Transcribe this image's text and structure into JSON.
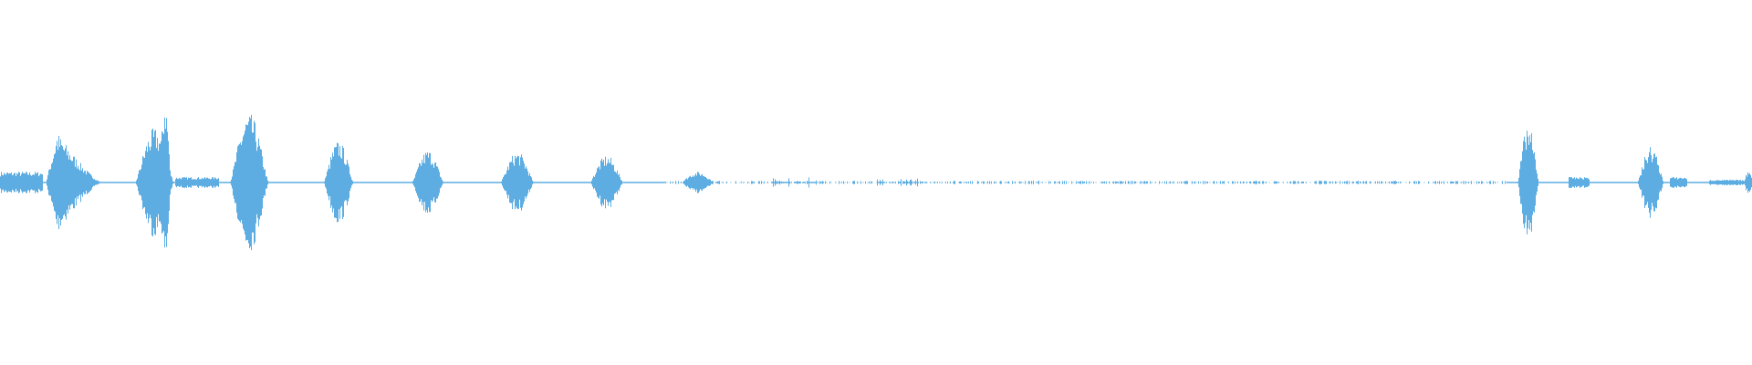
{
  "waveform": {
    "color": "#5dade2",
    "background": "#ffffff",
    "baseline_amplitude": 0.02,
    "segments": [
      {
        "center": 0.012,
        "width": 0.024,
        "amplitude": 0.06,
        "shape": "flat"
      },
      {
        "center": 0.042,
        "width": 0.032,
        "amplitude": 0.28,
        "shape": "decay"
      },
      {
        "center": 0.088,
        "width": 0.022,
        "amplitude": 0.3,
        "shape": "burst"
      },
      {
        "center": 0.094,
        "width": 0.006,
        "amplitude": 0.5,
        "shape": "spike"
      },
      {
        "center": 0.112,
        "width": 0.025,
        "amplitude": 0.03,
        "shape": "flat"
      },
      {
        "center": 0.142,
        "width": 0.022,
        "amplitude": 0.38,
        "shape": "burst"
      },
      {
        "center": 0.193,
        "width": 0.017,
        "amplitude": 0.23,
        "shape": "burst"
      },
      {
        "center": 0.244,
        "width": 0.018,
        "amplitude": 0.18,
        "shape": "burst"
      },
      {
        "center": 0.295,
        "width": 0.019,
        "amplitude": 0.17,
        "shape": "burst"
      },
      {
        "center": 0.346,
        "width": 0.019,
        "amplitude": 0.15,
        "shape": "burst"
      },
      {
        "center": 0.398,
        "width": 0.019,
        "amplitude": 0.06,
        "shape": "burst"
      },
      {
        "center": 0.455,
        "width": 0.03,
        "amplitude": 0.03,
        "shape": "noise"
      },
      {
        "center": 0.516,
        "width": 0.035,
        "amplitude": 0.025,
        "shape": "noise"
      },
      {
        "center": 0.575,
        "width": 0.04,
        "amplitude": 0.015,
        "shape": "noise"
      },
      {
        "center": 0.7,
        "width": 0.2,
        "amplitude": 0.012,
        "shape": "noise"
      },
      {
        "center": 0.843,
        "width": 0.01,
        "amplitude": 0.02,
        "shape": "noise"
      },
      {
        "center": 0.872,
        "width": 0.012,
        "amplitude": 0.32,
        "shape": "burst"
      },
      {
        "center": 0.901,
        "width": 0.012,
        "amplitude": 0.03,
        "shape": "flat"
      },
      {
        "center": 0.942,
        "width": 0.015,
        "amplitude": 0.2,
        "shape": "burst"
      },
      {
        "center": 0.958,
        "width": 0.01,
        "amplitude": 0.03,
        "shape": "flat"
      },
      {
        "center": 0.985,
        "width": 0.02,
        "amplitude": 0.015,
        "shape": "flat"
      },
      {
        "center": 0.998,
        "width": 0.006,
        "amplitude": 0.07,
        "shape": "burst"
      }
    ]
  }
}
